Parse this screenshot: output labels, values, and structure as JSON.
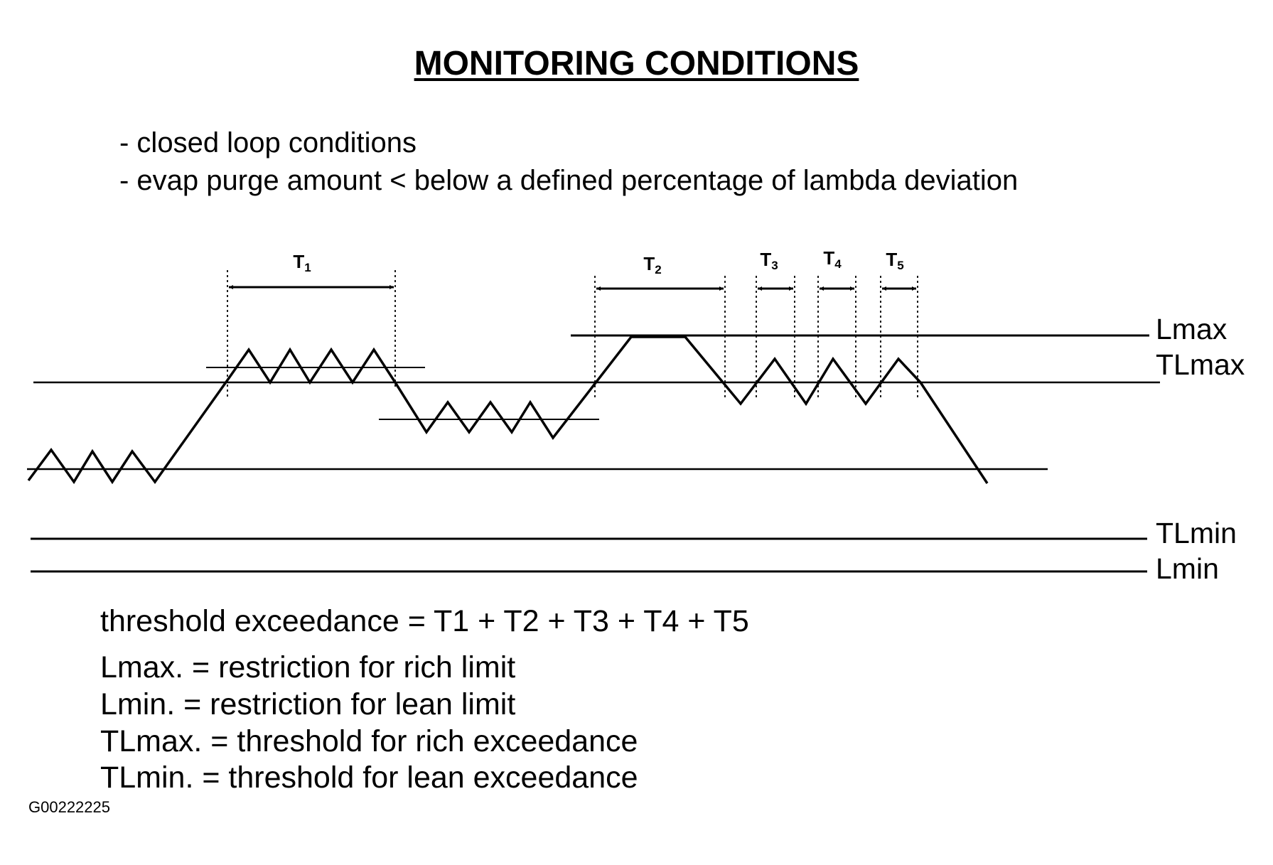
{
  "title": "MONITORING CONDITIONS",
  "conditions": [
    "- closed loop conditions",
    "- evap purge amount < below a defined percentage of lambda deviation"
  ],
  "levels": {
    "lmax": "Lmax",
    "tlmax": "TLmax",
    "tlmin": "TLmin",
    "lmin": "Lmin"
  },
  "intervals": [
    {
      "letter": "T",
      "sub": "1"
    },
    {
      "letter": "T",
      "sub": "2"
    },
    {
      "letter": "T",
      "sub": "3"
    },
    {
      "letter": "T",
      "sub": "4"
    },
    {
      "letter": "T",
      "sub": "5"
    }
  ],
  "formula": "threshold exceedance = T1 + T2 + T3 + T4 + T5",
  "definitions": [
    "Lmax. = restriction for rich limit",
    "Lmin. = restriction for lean limit",
    "TLmax. = threshold for rich exceedance",
    "TLmin. = threshold for lean exceedance"
  ],
  "figure_id": "G00222225"
}
